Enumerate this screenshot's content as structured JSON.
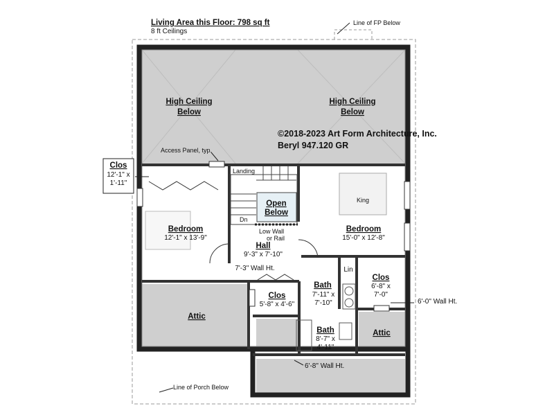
{
  "header": {
    "title": "Living Area this Floor: 798 sq ft",
    "subtitle": "8 ft Ceilings"
  },
  "notes": {
    "fp_below": "Line of FP Below",
    "porch_below": "Line of Porch Below",
    "access_panel": "Access Panel, typ.",
    "landing": "Landing",
    "down": "Dn",
    "low_wall_1": "Low Wall",
    "low_wall_2": "or Rail",
    "wall_ht_hall": "7'-3\" Wall Ht.",
    "wall_ht_right": "6'-0\" Wall Ht.",
    "wall_ht_bottom": "6'-8\" Wall Ht.",
    "bed_label": "King"
  },
  "copyright": {
    "line1": "©2018-2023 Art Form Architecture, Inc.",
    "line2": "Beryl 947.120 GR"
  },
  "rooms": {
    "high_left": {
      "name1": "High Ceiling",
      "name2": "Below"
    },
    "high_right": {
      "name1": "High Ceiling",
      "name2": "Below"
    },
    "open_below": {
      "name1": "Open",
      "name2": "Below"
    },
    "bedroom_left": {
      "name": "Bedroom",
      "dim": "12'-1\" x 13'-9\""
    },
    "bedroom_right": {
      "name": "Bedroom",
      "dim": "15'-0\" x 12'-8\""
    },
    "hall": {
      "name": "Hall",
      "dim": "9'-3\" x 7'-10\""
    },
    "clos_outside": {
      "name": "Clos",
      "dim1": "12'-1\" x",
      "dim2": "1'-11\""
    },
    "clos_hall": {
      "name": "Clos",
      "dim": "5'-8\" x 4'-6\""
    },
    "bath_upper": {
      "name": "Bath",
      "dim1": "7'-11\" x",
      "dim2": "7'-10\""
    },
    "bath_lower": {
      "name": "Bath",
      "dim1": "8'-7\" x",
      "dim2": "4'-11\""
    },
    "lin": {
      "name": "Lin"
    },
    "clos_right": {
      "name": "Clos",
      "dim1": "6'-8\" x",
      "dim2": "7'-0\""
    },
    "attic_left": {
      "name": "Attic"
    },
    "attic_right": {
      "name": "Attic"
    }
  }
}
